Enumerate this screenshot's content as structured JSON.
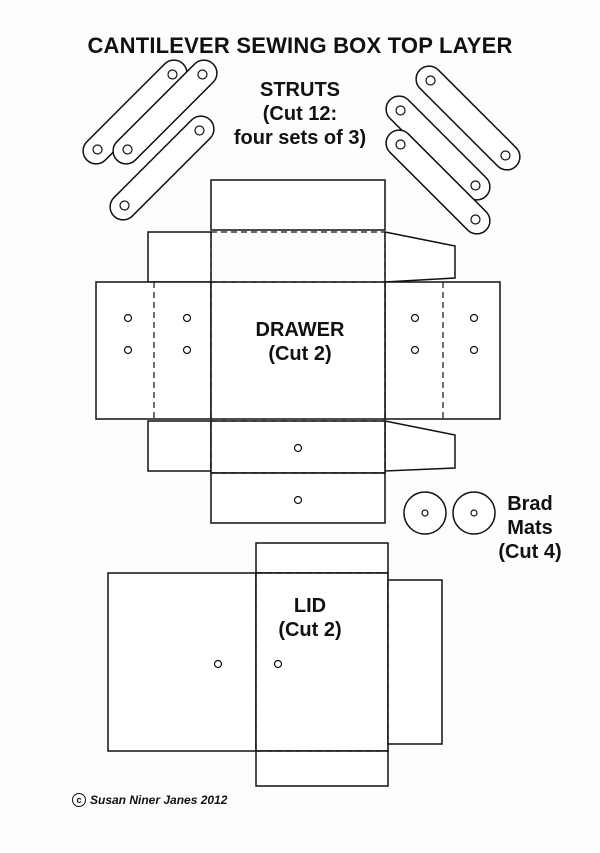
{
  "title": "CANTILEVER SEWING BOX TOP LAYER",
  "pieces": {
    "struts": {
      "line1": "STRUTS",
      "line2": "(Cut 12:",
      "line3": "four sets of 3)"
    },
    "drawer": {
      "line1": "DRAWER",
      "line2": "(Cut 2)"
    },
    "lid": {
      "line1": "LID",
      "line2": "(Cut 2)"
    },
    "brad_mats": {
      "line1": "Brad",
      "line2": "Mats",
      "line3": "(Cut 4)"
    }
  },
  "copyright": {
    "symbol": "c",
    "text": "Susan Niner Janes 2012"
  },
  "colors": {
    "line": "#111111",
    "paper": "#fdfdfd"
  }
}
